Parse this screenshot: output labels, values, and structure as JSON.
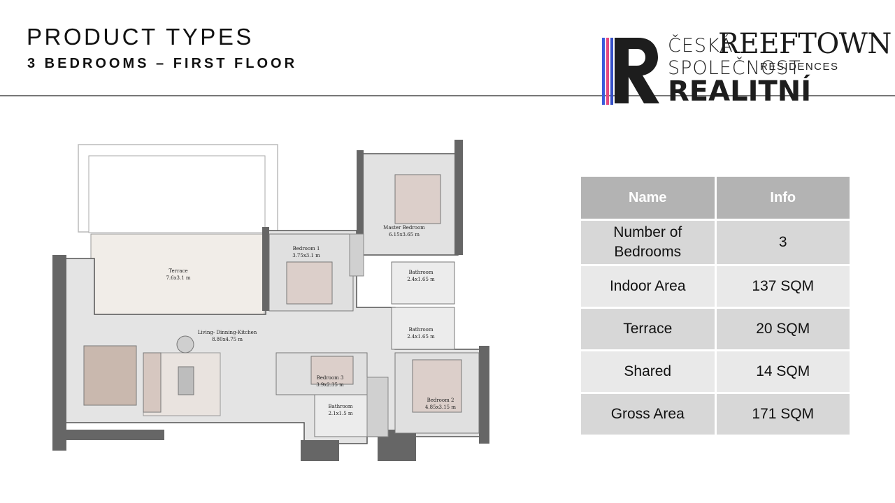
{
  "header": {
    "title": "PRODUCT TYPES",
    "subtitle": "3 BEDROOMS – FIRST FLOOR"
  },
  "logo": {
    "ceska_line1": "ČESKÁ",
    "ceska_line2": "SPOLEČNOST",
    "ceska_line3": "REALITNÍ",
    "reeftown": "REEFTOWN",
    "residences": "RESIDENCES",
    "stripe_colors": [
      "#3b5bdb",
      "#e64980",
      "#364fc7"
    ]
  },
  "floorplan": {
    "rooms": [
      {
        "name": "Terrace",
        "size": "7.6x3.1 m"
      },
      {
        "name": "Bedroom 1",
        "size": "3.75x3.1 m"
      },
      {
        "name": "Master Bedroom",
        "size": "6.15x3.65 m"
      },
      {
        "name": "Bathroom",
        "size": "2.4x1.65 m"
      },
      {
        "name": "Bathroom",
        "size": "2.4x1.65 m"
      },
      {
        "name": "Living- Dinning-Kitchen",
        "size": "8.80x4.75 m"
      },
      {
        "name": "Bedroom 3",
        "size": "3.9x2.35 m"
      },
      {
        "name": "Bedroom 2",
        "size": "4.85x3.15 m"
      },
      {
        "name": "Bathroom",
        "size": "2.1x1.5 m"
      }
    ]
  },
  "table": {
    "headers": [
      "Name",
      "Info"
    ],
    "rows": [
      {
        "name": "Number of Bedrooms",
        "info": "3"
      },
      {
        "name": "Indoor Area",
        "info": "137 SQM"
      },
      {
        "name": "Terrace",
        "info": "20 SQM"
      },
      {
        "name": "Shared",
        "info": "14 SQM"
      },
      {
        "name": "Gross Area",
        "info": "171 SQM"
      }
    ]
  }
}
